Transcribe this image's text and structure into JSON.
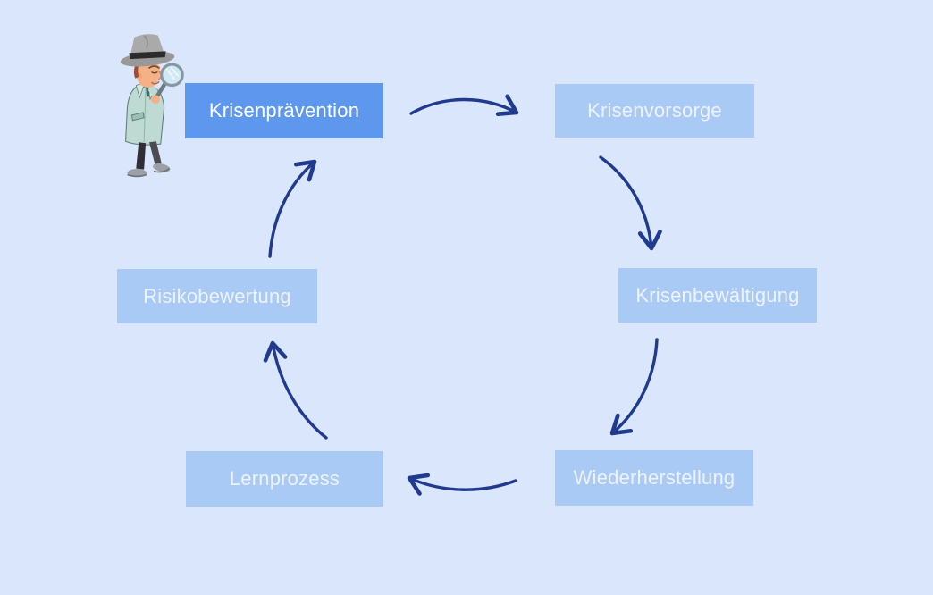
{
  "colors": {
    "background": "#d9e6fb",
    "node_bg": "#aacaf6",
    "node_text": "#edf2fb",
    "node_active_bg": "#5d97ee",
    "node_active_text": "#ffffff",
    "arrow": "#1f3a8e"
  },
  "nodes": [
    {
      "id": "krisenpraevention",
      "label": "Krisenprävention",
      "active": true
    },
    {
      "id": "krisenvorsorge",
      "label": "Krisenvorsorge",
      "active": false
    },
    {
      "id": "krisenbewaeltigung",
      "label": "Krisenbewältigung",
      "active": false
    },
    {
      "id": "wiederherstellung",
      "label": "Wiederherstellung",
      "active": false
    },
    {
      "id": "lernprozess",
      "label": "Lernprozess",
      "active": false
    },
    {
      "id": "risikobewertung",
      "label": "Risikobewertung",
      "active": false
    }
  ],
  "arrows": [
    {
      "from": "krisenpraevention",
      "to": "krisenvorsorge"
    },
    {
      "from": "krisenvorsorge",
      "to": "krisenbewaeltigung"
    },
    {
      "from": "krisenbewaeltigung",
      "to": "wiederherstellung"
    },
    {
      "from": "wiederherstellung",
      "to": "lernprozess"
    },
    {
      "from": "lernprozess",
      "to": "risikobewertung"
    },
    {
      "from": "risikobewertung",
      "to": "krisenpraevention"
    }
  ],
  "illustration": {
    "name": "detective-with-magnifying-glass"
  }
}
